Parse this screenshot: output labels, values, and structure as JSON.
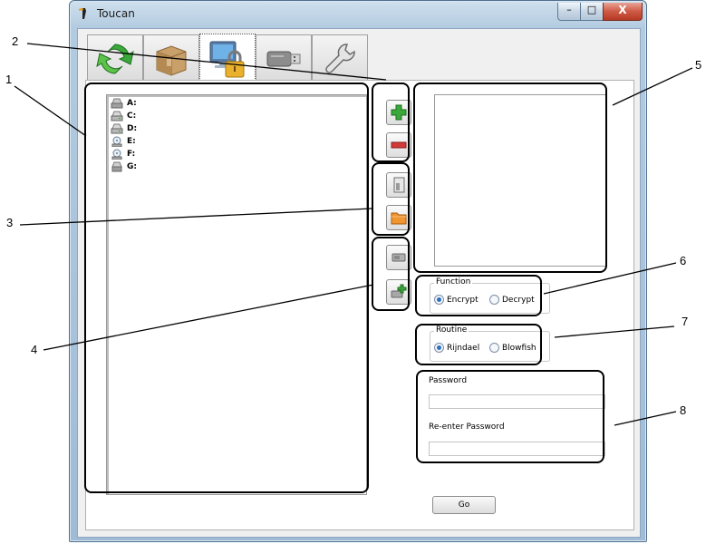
{
  "window": {
    "title": "Toucan",
    "min_glyph": "–",
    "max_glyph": "□",
    "close_glyph": "X"
  },
  "tabs": [
    {
      "icon": "sync-icon"
    },
    {
      "icon": "package-icon"
    },
    {
      "icon": "secure-computer-icon",
      "active": true
    },
    {
      "icon": "usb-drive-icon"
    },
    {
      "icon": "wrench-icon"
    }
  ],
  "drives": [
    {
      "label": "A:",
      "icon": "floppy-drive-icon"
    },
    {
      "label": "C:",
      "icon": "hard-drive-icon"
    },
    {
      "label": "D:",
      "icon": "hard-drive-icon"
    },
    {
      "label": "E:",
      "icon": "cd-drive-icon"
    },
    {
      "label": "F:",
      "icon": "cd-drive-icon"
    },
    {
      "label": "G:",
      "icon": "removable-drive-icon"
    }
  ],
  "tool_buttons": [
    {
      "icon": "add-icon"
    },
    {
      "icon": "remove-icon"
    },
    {
      "icon": "file-icon"
    },
    {
      "icon": "folder-icon"
    },
    {
      "icon": "drive-icon"
    },
    {
      "icon": "add-drive-icon"
    }
  ],
  "function": {
    "title": "Function",
    "options": [
      "Encrypt",
      "Decrypt"
    ],
    "selected": "Encrypt"
  },
  "routine": {
    "title": "Routine",
    "options": [
      "Rijndael",
      "Blowfish"
    ],
    "selected": "Rijndael"
  },
  "password": {
    "label": "Password",
    "value": "",
    "reenter_label": "Re-enter Password",
    "reenter_value": ""
  },
  "go_label": "Go",
  "callouts": [
    "1",
    "2",
    "3",
    "4",
    "5",
    "6",
    "7",
    "8"
  ],
  "colors": {
    "accent_green": "#3aa83a",
    "accent_red": "#d23a3a",
    "folder_orange": "#f0952f",
    "window_frame": "#9fbbd5"
  }
}
